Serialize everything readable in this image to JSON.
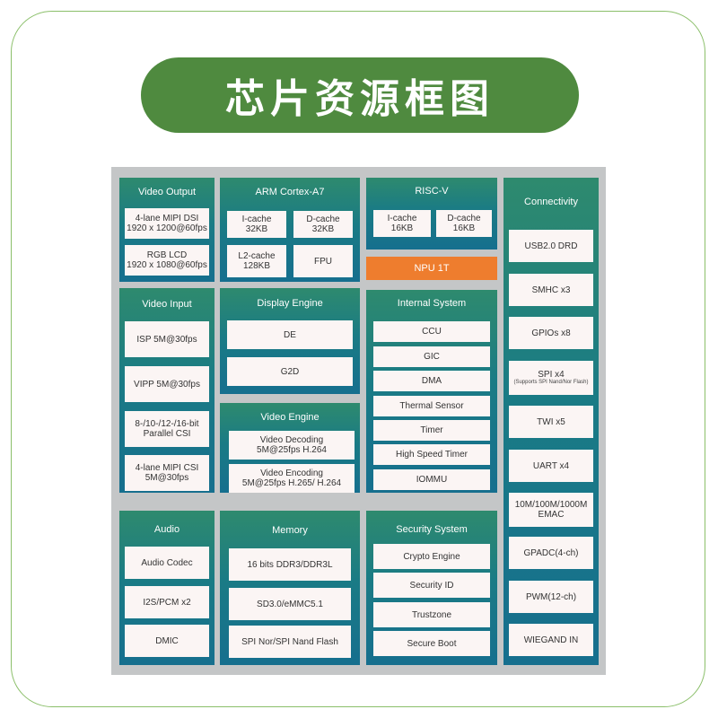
{
  "title": "芯片资源框图",
  "colors": {
    "accent_green": "#4f8a3f",
    "block_teal": "#1a7b85",
    "chip_bg": "#fbf5f4",
    "npu_orange": "#ee7d2e",
    "board_gray": "#c4c6c7"
  },
  "video_output": {
    "title": "Video Output",
    "items": [
      [
        "4-lane MIPI DSI",
        "1920 x 1200@60fps"
      ],
      [
        "RGB LCD",
        "1920 x 1080@60fps"
      ]
    ]
  },
  "arm": {
    "title": "ARM Cortex-A7",
    "icache": [
      "I-cache",
      "32KB"
    ],
    "dcache": [
      "D-cache",
      "32KB"
    ],
    "l2cache": [
      "L2-cache",
      "128KB"
    ],
    "fpu": "FPU"
  },
  "riscv": {
    "title": "RISC-V",
    "icache": [
      "I-cache",
      "16KB"
    ],
    "dcache": [
      "D-cache",
      "16KB"
    ]
  },
  "npu": "NPU 1T",
  "connectivity": {
    "title": "Connectivity",
    "items": [
      {
        "label": "USB2.0 DRD"
      },
      {
        "label": "SMHC x3"
      },
      {
        "label": "GPIOs x8"
      },
      {
        "label": "SPI x4",
        "sub": "(Supports SPI Nand/Nor Flash)"
      },
      {
        "label": "TWI x5"
      },
      {
        "label": "UART x4"
      },
      {
        "label": "10M/100M/1000M",
        "label2": "EMAC"
      },
      {
        "label": "GPADC(4-ch)"
      },
      {
        "label": "PWM(12-ch)"
      },
      {
        "label": "WIEGAND IN"
      }
    ]
  },
  "video_input": {
    "title": "Video Input",
    "items": [
      [
        "ISP 5M@30fps"
      ],
      [
        "VIPP 5M@30fps"
      ],
      [
        "8-/10-/12-/16-bit",
        "Parallel CSI"
      ],
      [
        "4-lane MIPI CSI",
        "5M@30fps"
      ]
    ]
  },
  "display_engine": {
    "title": "Display Engine",
    "items": [
      "DE",
      "G2D"
    ]
  },
  "video_engine": {
    "title": "Video Engine",
    "items": [
      [
        "Video Decoding",
        "5M@25fps H.264"
      ],
      [
        "Video Encoding",
        "5M@25fps H.265/ H.264"
      ]
    ]
  },
  "internal_system": {
    "title": "Internal System",
    "items": [
      "CCU",
      "GIC",
      "DMA",
      "Thermal Sensor",
      "Timer",
      "High Speed Timer",
      "IOMMU"
    ]
  },
  "audio": {
    "title": "Audio",
    "items": [
      "Audio Codec",
      "I2S/PCM x2",
      "DMIC"
    ]
  },
  "memory": {
    "title": "Memory",
    "items": [
      "16 bits DDR3/DDR3L",
      "SD3.0/eMMC5.1",
      "SPI Nor/SPI Nand Flash"
    ]
  },
  "security": {
    "title": "Security System",
    "items": [
      "Crypto Engine",
      "Security ID",
      "Trustzone",
      "Secure Boot"
    ]
  }
}
